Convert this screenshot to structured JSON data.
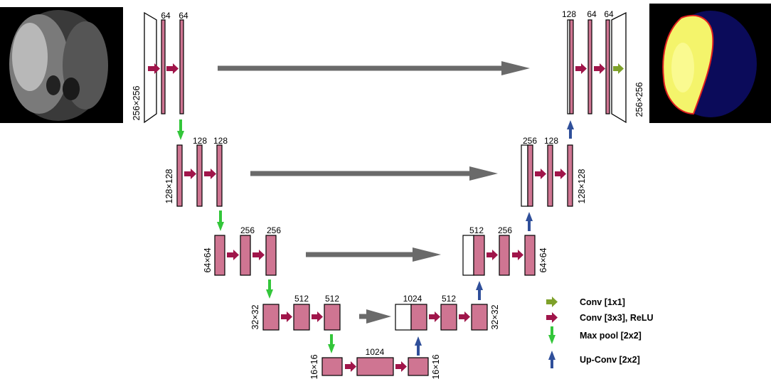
{
  "images": {
    "input": "brain-mri-input",
    "output": "segmentation-output"
  },
  "labels": {
    "l1_a": "64",
    "l1_b": "64",
    "l2_a": "128",
    "l2_b": "128",
    "l3_a": "256",
    "l3_b": "256",
    "l4_a": "512",
    "l4_b": "512",
    "bottom": "1024",
    "d4_a": "1024",
    "d4_b": "512",
    "d3_a": "512",
    "d3_b": "256",
    "d2_a": "256",
    "d2_b": "128",
    "d1_a": "128",
    "d1_b": "64",
    "d1_c": "64"
  },
  "dims": {
    "enc1": "256×256",
    "enc2": "128×128",
    "enc3": "64×64",
    "enc4": "32×32",
    "bottom_left": "16×16",
    "bottom_right": "16×16",
    "dec4": "32×32",
    "dec3": "64×64",
    "dec2": "128×128",
    "dec1": "256×256"
  },
  "legend": {
    "conv1x1": "Conv [1x1]",
    "conv3x3": "Conv [3x3], ReLU",
    "maxpool": "Max pool [2x2]",
    "upconv": "Up-Conv [2x2]"
  },
  "colors": {
    "feature_map": "#cf7592",
    "conv3x3_arrow": "#a0154a",
    "conv1x1_arrow": "#7ea12a",
    "maxpool_arrow": "#33c63a",
    "upconv_arrow": "#2f4f9a",
    "skip_arrow": "#6a6a6a"
  }
}
